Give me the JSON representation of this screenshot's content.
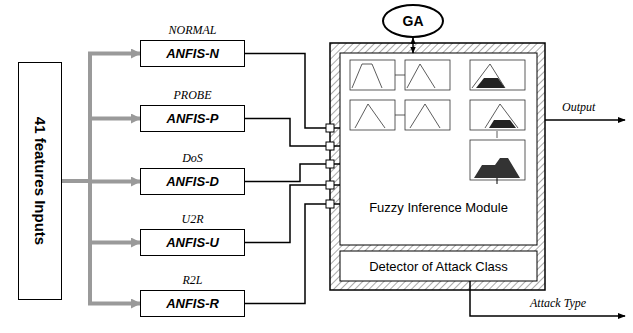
{
  "diagram": {
    "nodes": [
      {
        "text": [
          "41 features Inputs"
        ]
      },
      {
        "text": [
          "NORMAL",
          "ANFIS-N"
        ]
      },
      {
        "text": [
          "PROBE",
          "ANFIS-P"
        ]
      },
      {
        "text": [
          "DoS",
          "ANFIS-D"
        ]
      },
      {
        "text": [
          "U2R",
          "ANFIS-U"
        ]
      },
      {
        "text": [
          "R2L",
          "ANFIS-R"
        ]
      },
      {
        "text": [
          "GA"
        ]
      },
      {
        "text": [
          "Fuzzy Inference Module"
        ]
      },
      {
        "text": [
          "Detector of Attack Class"
        ]
      }
    ],
    "edges": [
      {
        "from": 0,
        "to": 1,
        "arrow": "to"
      },
      {
        "from": 0,
        "to": 2,
        "arrow": "to"
      },
      {
        "from": 0,
        "to": 3,
        "arrow": "to"
      },
      {
        "from": 0,
        "to": 4,
        "arrow": "to"
      },
      {
        "from": 0,
        "to": 5,
        "arrow": "to"
      },
      {
        "from": 1,
        "to": 7,
        "arrow": "none"
      },
      {
        "from": 2,
        "to": 7,
        "arrow": "none"
      },
      {
        "from": 3,
        "to": 7,
        "arrow": "none"
      },
      {
        "from": 4,
        "to": 7,
        "arrow": "none"
      },
      {
        "from": 5,
        "to": 7,
        "arrow": "none"
      },
      {
        "from": 6,
        "to": 7,
        "arrow": "both"
      }
    ],
    "labels": [
      "Output",
      "Attack Type"
    ]
  }
}
